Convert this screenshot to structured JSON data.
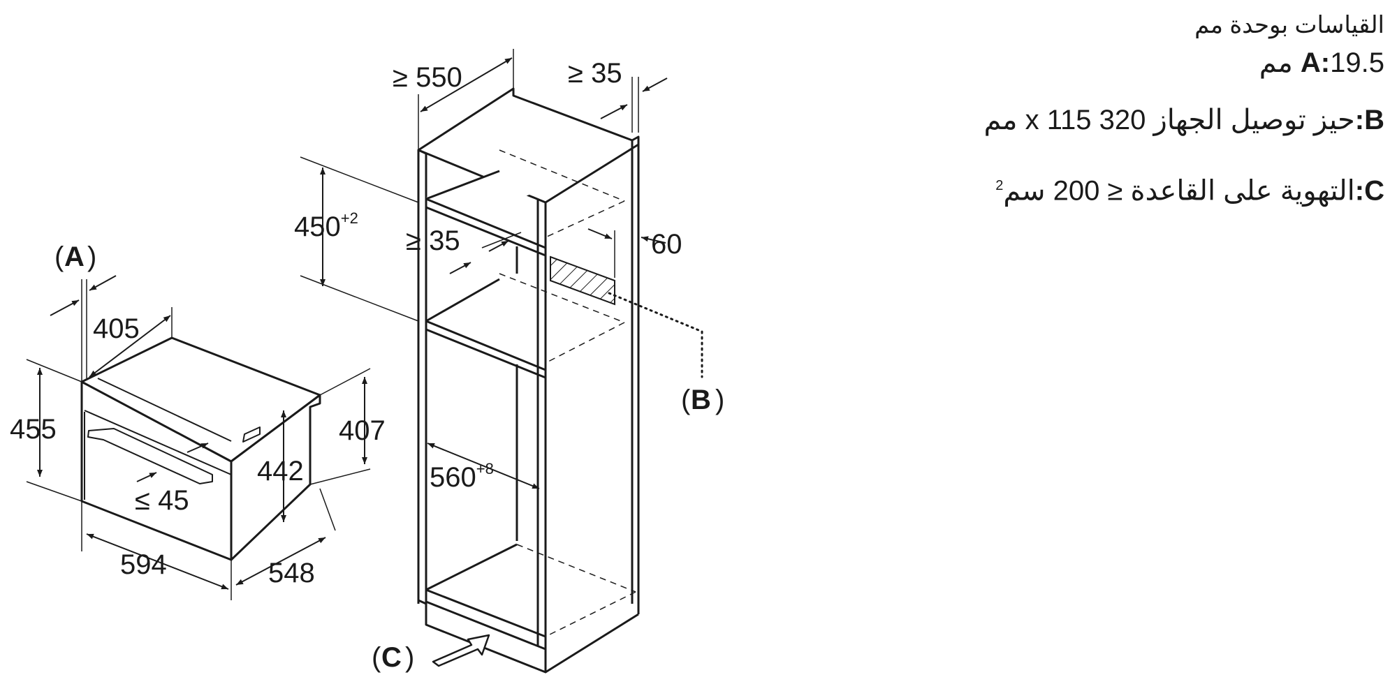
{
  "legend": {
    "units": "القياسات بوحدة مم",
    "a_key": "A:",
    "a_text": "19.5 مم",
    "b_key": "B:",
    "b_text": "حيز توصيل الجهاز 320 x 115 مم",
    "c_key": "C:",
    "c_text": "التهوية على القاعدة ≤ 200 سم",
    "c_sup": "2"
  },
  "appliance": {
    "label_a": "A",
    "depth_405": "405",
    "height_455": "455",
    "handle_45": "≤ 45",
    "inner_442": "442",
    "side_407": "407",
    "width_594": "594",
    "depth_548": "548"
  },
  "cabinet": {
    "depth_550": "≥ 550",
    "gap_35_top": "≥ 35",
    "niche_450": "450",
    "niche_450_tol": "+2",
    "gap_35_inner": "≥ 35",
    "vent_60": "60",
    "width_560": "560",
    "width_560_tol": "+8",
    "label_b": "B",
    "label_c": "C"
  },
  "colors": {
    "line": "#1a1a1a",
    "background": "#ffffff"
  }
}
